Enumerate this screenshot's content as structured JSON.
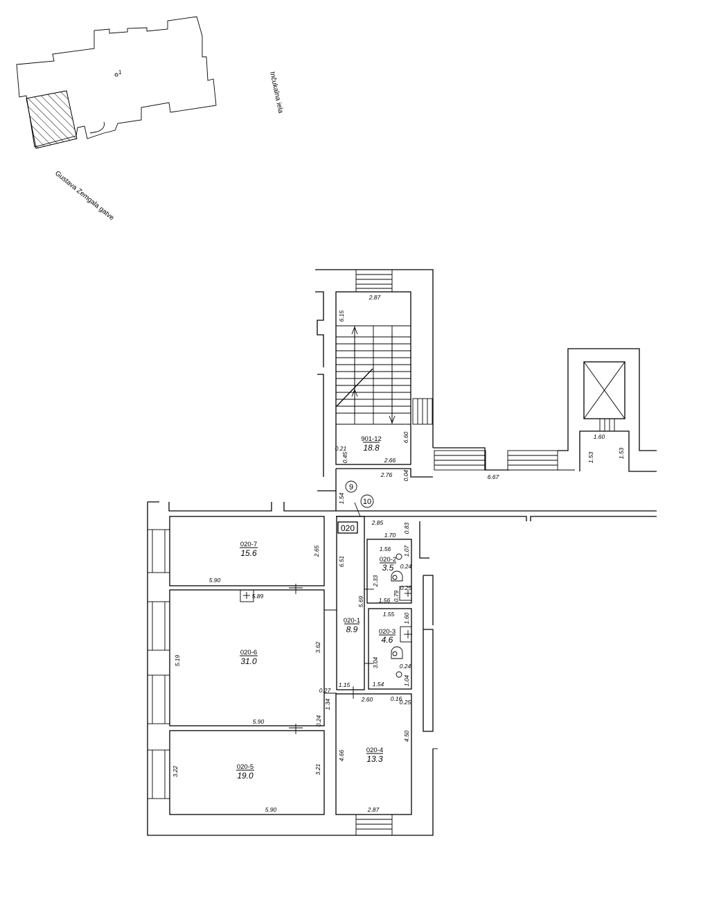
{
  "site_plan": {
    "point_label": "1",
    "streets": [
      "Inčukalna iela",
      "Gustava Zemgala gatve"
    ]
  },
  "floor": {
    "label": "020"
  },
  "markers": [
    "9",
    "10"
  ],
  "rooms": [
    {
      "id": "901-12",
      "area": "18.8"
    },
    {
      "id": "020-7",
      "area": "15.6"
    },
    {
      "id": "020-6",
      "area": "31.0"
    },
    {
      "id": "020-5",
      "area": "19.0"
    },
    {
      "id": "020-1",
      "area": "8.9"
    },
    {
      "id": "020-2",
      "area": "3.5"
    },
    {
      "id": "020-3",
      "area": "4.6"
    },
    {
      "id": "020-4",
      "area": "13.3"
    }
  ],
  "dimensions": [
    "2.87",
    "6.15",
    "6.60",
    "0.21",
    "0.45",
    "2.66",
    "2.76",
    "0.04",
    "1.54",
    "6.67",
    "1.60",
    "1.53",
    "1.53",
    "2.85",
    "0.83",
    "1.70",
    "6.51",
    "1.56",
    "1.07",
    "0.24",
    "2.33",
    "5.69",
    "0.25",
    "0.79",
    "1.56",
    "1.55",
    "1.60",
    "3.04",
    "0.24",
    "1.04",
    "1.54",
    "2.65",
    "5.90",
    "5.89",
    "5.19",
    "3.62",
    "0.27",
    "1.34",
    "0.24",
    "5.90",
    "1.15",
    "2.60",
    "0.16",
    "0.25",
    "4.50",
    "4.66",
    "3.22",
    "3.21",
    "5.90",
    "2.87"
  ]
}
